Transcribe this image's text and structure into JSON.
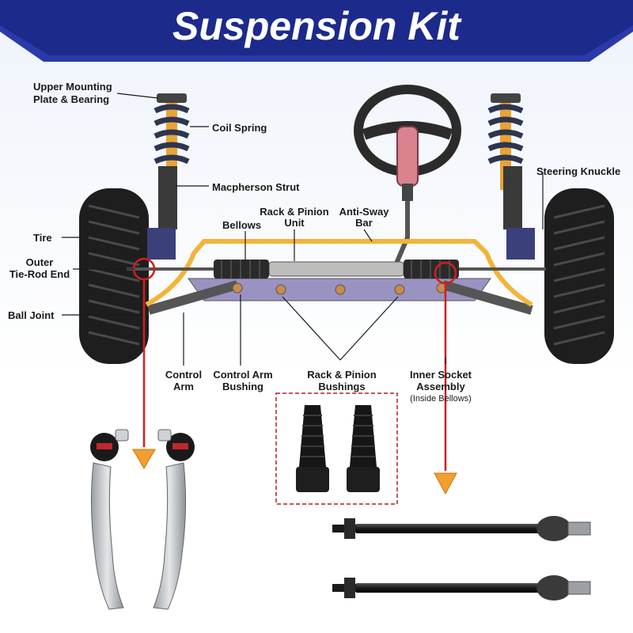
{
  "title": "Suspension Kit",
  "colors": {
    "banner": "#1c2a8c",
    "accent_red": "#d0201a",
    "anti_sway_bar": "#f2b43a",
    "subframe": "#9a93c2",
    "boot_frame": "#b02020"
  },
  "labels": {
    "upper_mounting_1": "Upper Mounting",
    "upper_mounting_2": "Plate & Bearing",
    "coil_spring": "Coil Spring",
    "macpherson_strut": "Macpherson Strut",
    "tire": "Tire",
    "bellows": "Bellows",
    "rack_pinion_unit_1": "Rack & Pinion",
    "rack_pinion_unit_2": "Unit",
    "anti_sway_1": "Anti-Sway",
    "anti_sway_2": "Bar",
    "steering_knuckle": "Steering Knuckle",
    "outer_tie_rod_1": "Outer",
    "outer_tie_rod_2": "Tie-Rod End",
    "ball_joint": "Ball Joint",
    "control_arm_1": "Control",
    "control_arm_2": "Arm",
    "control_arm_bushing_1": "Control Arm",
    "control_arm_bushing_2": "Bushing",
    "rack_pinion_bushings_1": "Rack & Pinion",
    "rack_pinion_bushings_2": "Bushings",
    "inner_socket_1": "Inner Socket",
    "inner_socket_2": "Assembly",
    "inner_socket_3": "(Inside Bellows)"
  },
  "icons": [
    "steering-wheel-icon",
    "arrow-down-icon",
    "tire-icon"
  ]
}
